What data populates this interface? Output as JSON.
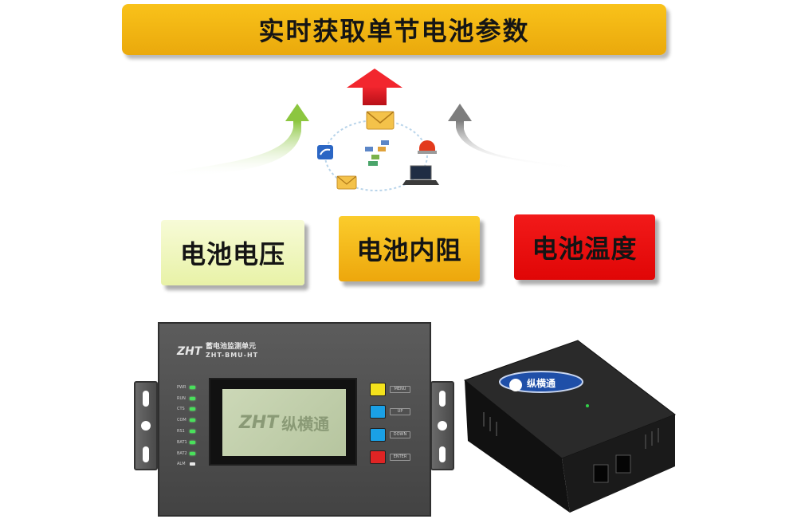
{
  "title": "实时获取单节电池参数",
  "params": [
    {
      "label": "电池电压",
      "color": "#eef6bf"
    },
    {
      "label": "电池内阻",
      "color": "#f4b61a"
    },
    {
      "label": "电池温度",
      "color": "#e81010"
    }
  ],
  "device": {
    "title": "蓄电池监测单元",
    "model": "ZHT-BMU-HT",
    "logo": "ZHT",
    "screen_brand": "纵横通",
    "leds": [
      "PWR",
      "RUN",
      "CTS",
      "COM",
      "RS1",
      "BAT1",
      "BAT2",
      "ALM"
    ],
    "keys": [
      {
        "label": "MENU",
        "color": "#f4e21c"
      },
      {
        "label": "UP",
        "color": "#1aa0e6"
      },
      {
        "label": "DOWN",
        "color": "#1aa0e6"
      },
      {
        "label": "ENTER",
        "color": "#e02424"
      }
    ]
  },
  "sensor": {
    "badge": "纵横通"
  },
  "arrow_colors": {
    "green": "#8cc63f",
    "red": "#e8222a",
    "gray": "#7d7d7d"
  }
}
